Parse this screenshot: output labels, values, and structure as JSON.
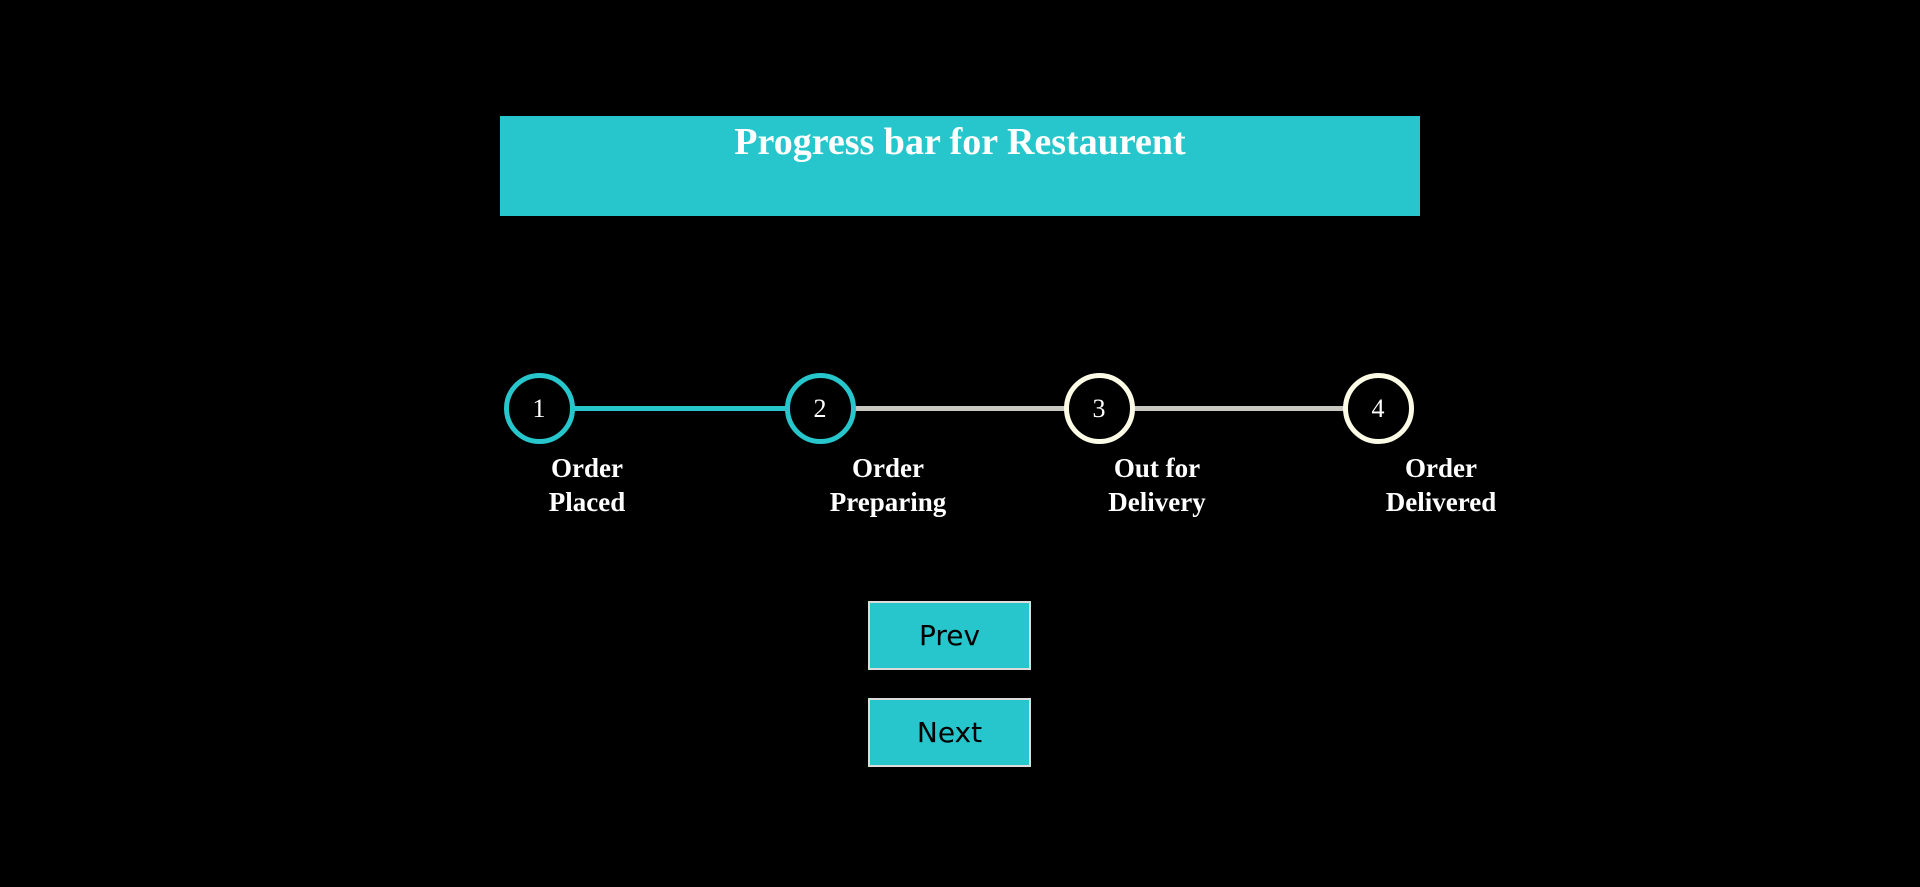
{
  "header": {
    "title": "Progress bar for Restaurent"
  },
  "progress": {
    "current_step": 2,
    "colors": {
      "active": "#26c6cc",
      "inactive_circle": "#fbfbe6",
      "inactive_line": "#c8c8c0"
    },
    "steps": [
      {
        "number": "1",
        "label_line1": "Order",
        "label_line2": "Placed"
      },
      {
        "number": "2",
        "label_line1": "Order",
        "label_line2": "Preparing"
      },
      {
        "number": "3",
        "label_line1": "Out for",
        "label_line2": "Delivery"
      },
      {
        "number": "4",
        "label_line1": "Order",
        "label_line2": "Delivered"
      }
    ]
  },
  "controls": {
    "prev_label": "Prev",
    "next_label": "Next"
  }
}
